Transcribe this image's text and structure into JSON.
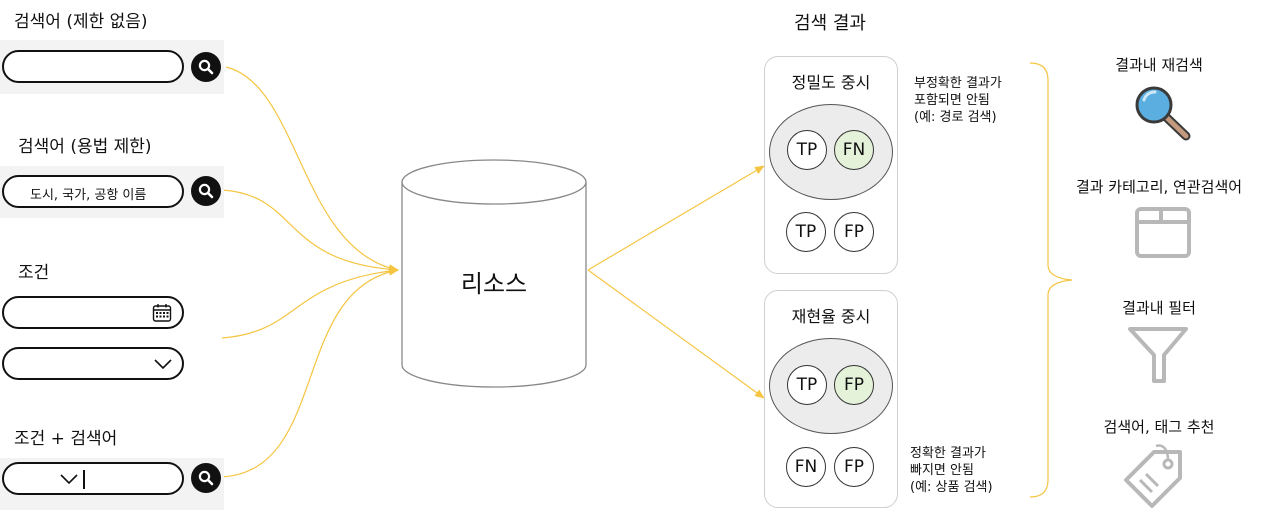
{
  "inputs": {
    "group1": {
      "label": "검색어 (제한 없음)",
      "value": ""
    },
    "group2": {
      "label": "검색어 (용법 제한)",
      "value": "도시, 국가, 공항 이름"
    },
    "group3": {
      "label": "조건",
      "date_value": "",
      "select_value": ""
    },
    "group4": {
      "label": "조건 + 검색어",
      "value": ""
    }
  },
  "resource": {
    "label": "리소스"
  },
  "results": {
    "title": "검색 결과",
    "precision": {
      "title": "정밀도 중시",
      "inner": [
        "TP",
        "FN"
      ],
      "outer": [
        "TP",
        "FP"
      ],
      "note": [
        "부정확한 결과가",
        "포함되면 안됨",
        "(예: 경로 검색)"
      ]
    },
    "recall": {
      "title": "재현율 중시",
      "inner": [
        "TP",
        "FP"
      ],
      "outer": [
        "FN",
        "FP"
      ],
      "note": [
        "정확한 결과가",
        "빠지면 안됨",
        "(예: 상품 검색)"
      ]
    }
  },
  "features": [
    {
      "label": "결과내 재검색",
      "icon": "magnifier-icon"
    },
    {
      "label": "결과 카테고리, 연관검색어",
      "icon": "folder-icon"
    },
    {
      "label": "결과내 필터",
      "icon": "funnel-icon"
    },
    {
      "label": "검색어, 태그 추천",
      "icon": "tag-icon"
    }
  ],
  "colors": {
    "arrow": "#f5c542",
    "highlight_green": "#e3f2d9",
    "icon_gray": "#b8b8b8",
    "magnifier_lens": "#5aaee0"
  }
}
